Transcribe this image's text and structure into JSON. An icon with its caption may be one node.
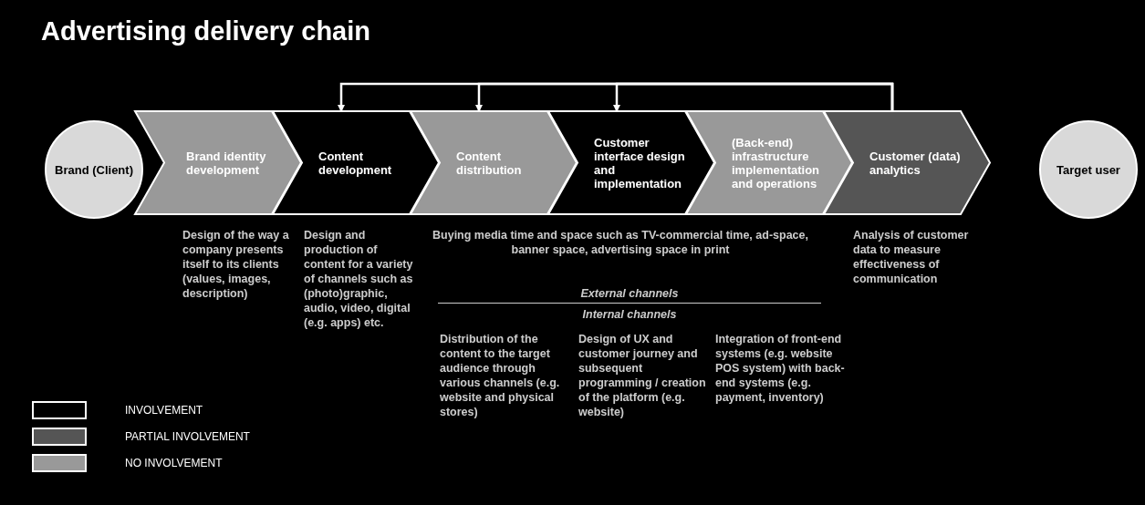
{
  "diagram": {
    "title": "Advertising delivery chain",
    "nodes": [
      {
        "text": [
          "Brand (Client)"
        ]
      },
      {
        "text": [
          "Brand identity development"
        ]
      },
      {
        "text": [
          "Content development"
        ]
      },
      {
        "text": [
          "Content distribution"
        ]
      },
      {
        "text": [
          "Customer interface design and implementation"
        ]
      },
      {
        "text": [
          "(Back-end) infrastructure implementation and operations"
        ]
      },
      {
        "text": [
          "Customer (data) analytics"
        ]
      },
      {
        "text": [
          "Target user"
        ]
      }
    ],
    "edges": [
      {
        "from": 6,
        "to": 2,
        "arrow": "to"
      },
      {
        "from": 6,
        "to": 3,
        "arrow": "to"
      },
      {
        "from": 6,
        "to": 4,
        "arrow": "to"
      }
    ],
    "labels": [
      "Design of the way a company presents itself to its clients (values, images, description)",
      "Design and production of content for a variety of channels such as (photo)graphic, audio, video, digital (e.g. apps) etc.",
      "Buying media time and space such as TV-commercial time, ad-space, banner space, advertising space in print",
      "External channels",
      "Internal channels",
      "Distribution of the content to the target audience through various channels (e.g. website and physical stores)",
      "Design of UX and customer journey and subsequent programming / creation of the platform (e.g. website)",
      "Integration of front-end systems (e.g. website POS system) with back-end systems (e.g. payment, inventory)",
      "Analysis of customer data to measure effectiveness of communication"
    ],
    "legend": [
      {
        "text": "INVOLVEMENT",
        "color": "#000000"
      },
      {
        "text": "PARTIAL INVOLVEMENT",
        "color": "#555555"
      },
      {
        "text": "NO INVOLVEMENT",
        "color": "#999999"
      }
    ]
  }
}
